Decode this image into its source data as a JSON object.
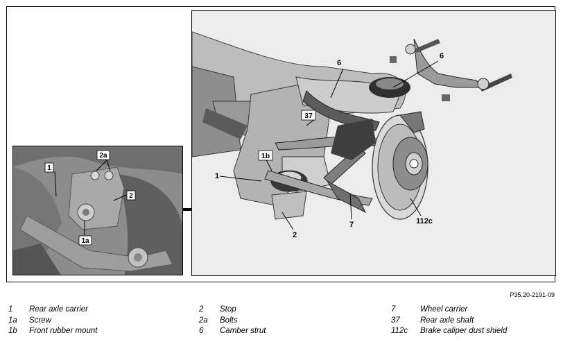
{
  "figure_ref": "P35.20-2191-09",
  "inset_callouts": [
    {
      "id": "c-1",
      "text": "1"
    },
    {
      "id": "c-2a",
      "text": "2a"
    },
    {
      "id": "c-2",
      "text": "2"
    },
    {
      "id": "c-1a",
      "text": "1a"
    }
  ],
  "main_callouts": [
    {
      "id": "m-6a",
      "text": "6"
    },
    {
      "id": "m-6b",
      "text": "6"
    },
    {
      "id": "m-37",
      "text": "37"
    },
    {
      "id": "m-1b",
      "text": "1b"
    },
    {
      "id": "m-1",
      "text": "1"
    },
    {
      "id": "m-2",
      "text": "2"
    },
    {
      "id": "m-7",
      "text": "7"
    },
    {
      "id": "m-112c",
      "text": "112c"
    }
  ],
  "legend": [
    {
      "code": "1",
      "desc": "Rear axle carrier"
    },
    {
      "code": "1a",
      "desc": "Screw"
    },
    {
      "code": "1b",
      "desc": "Front rubber mount"
    },
    {
      "code": "2",
      "desc": "Stop"
    },
    {
      "code": "2a",
      "desc": "Bolts"
    },
    {
      "code": "6",
      "desc": "Camber strut"
    },
    {
      "code": "7",
      "desc": "Wheel carrier"
    },
    {
      "code": "37",
      "desc": "Rear axle shaft"
    },
    {
      "code": "112c",
      "desc": "Brake caliper dust shield"
    }
  ]
}
